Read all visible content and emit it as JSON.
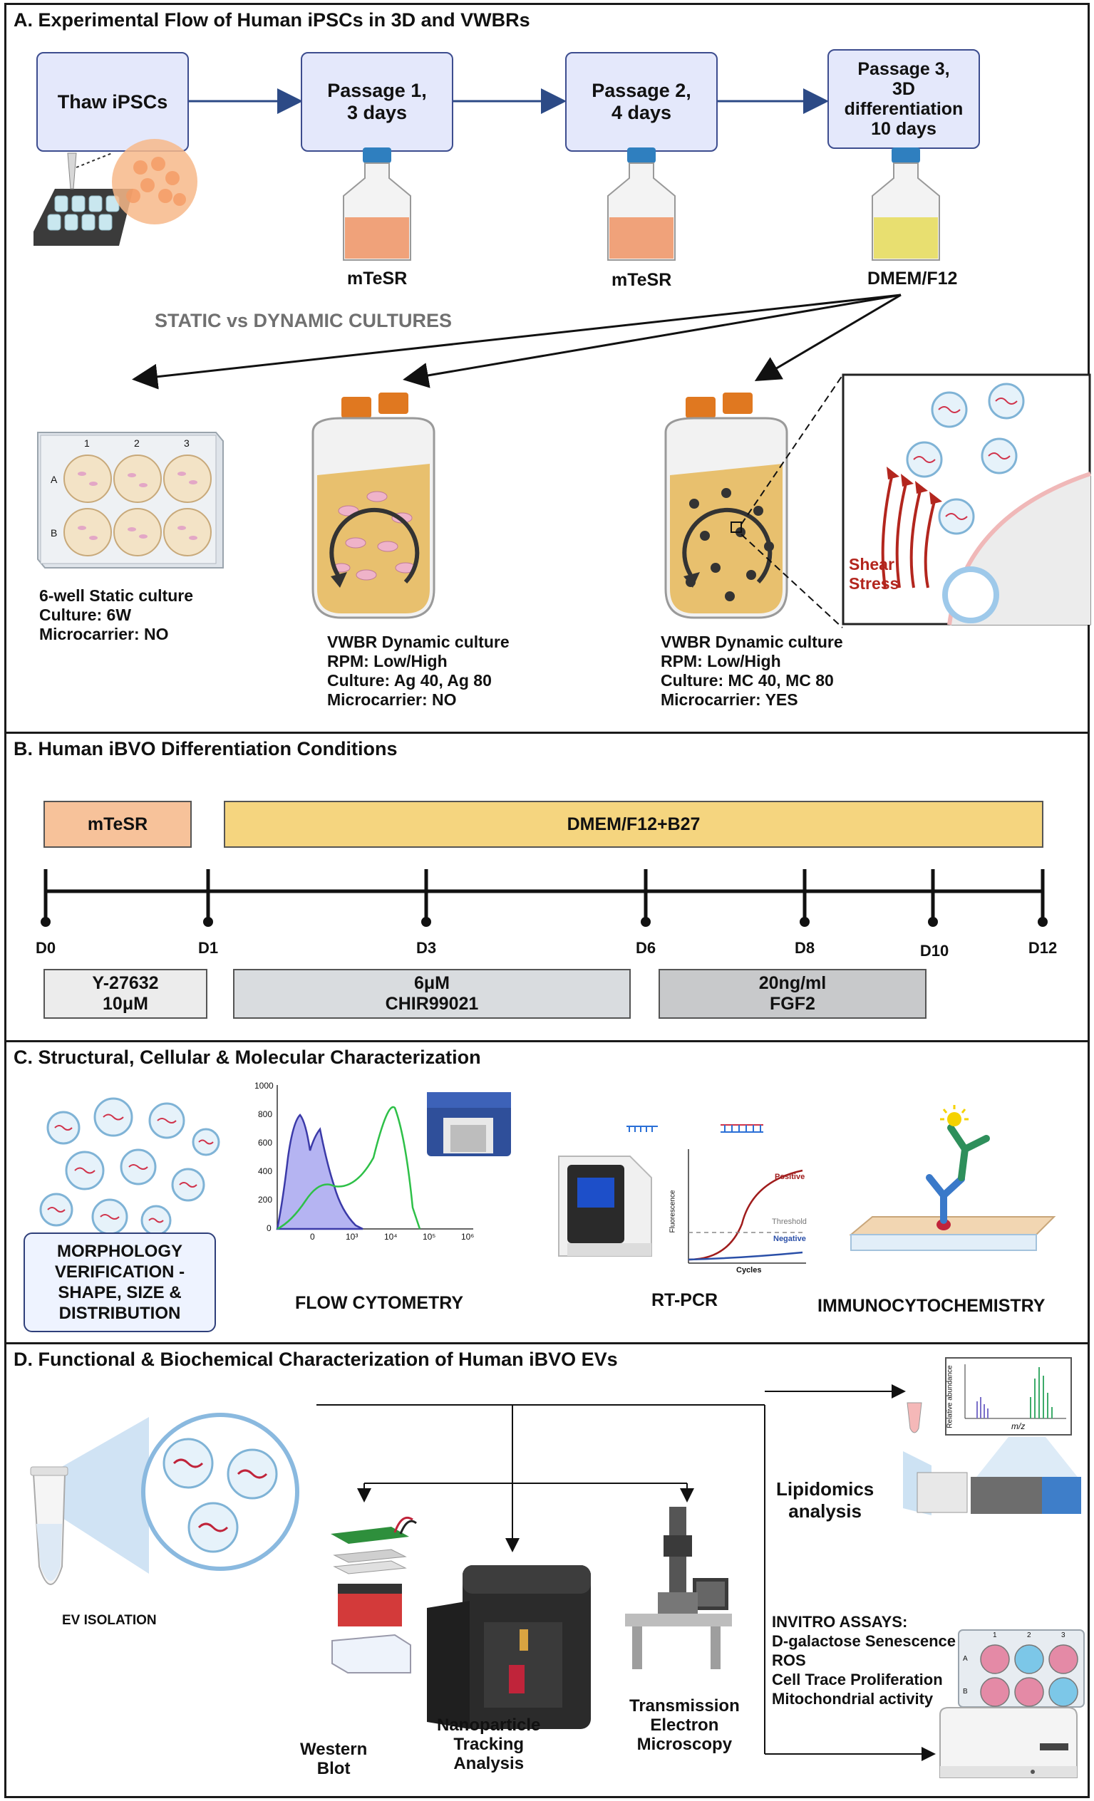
{
  "panelA": {
    "title": "A. Experimental Flow of Human iPSCs in 3D and VWBRs",
    "steps": [
      "Thaw iPSCs",
      "Passage 1,\n3 days",
      "Passage 2,\n4 days",
      "Passage 3,\n3D\ndifferentiation\n10 days"
    ],
    "media": [
      "mTeSR",
      "mTeSR",
      "DMEM/F12"
    ],
    "subtitle": "STATIC vs DYNAMIC CULTURES",
    "plate_cols": [
      "1",
      "2",
      "3"
    ],
    "plate_rows": [
      "A",
      "B"
    ],
    "shear_label": "Shear\nStress",
    "cultures": [
      {
        "name": "6-well Static culture",
        "lines": [
          "Culture: 6W",
          "Microcarrier: NO"
        ]
      },
      {
        "name": "VWBR Dynamic culture",
        "lines": [
          "RPM: Low/High",
          "Culture: Ag 40, Ag 80",
          "Microcarrier: NO"
        ]
      },
      {
        "name": "VWBR Dynamic culture",
        "lines": [
          "RPM: Low/High",
          "Culture: MC 40, MC 80",
          "Microcarrier: YES"
        ]
      }
    ],
    "colors": {
      "box_fill": "#e4e8fb",
      "box_border": "#3d4d8f",
      "arrow": "#2c4a86",
      "orange_media": "#f0a27a",
      "yellow_media": "#e8df70",
      "shear": "#b3261e"
    }
  },
  "panelB": {
    "title": "B. Human iBVO Differentiation Conditions",
    "media_bars": [
      {
        "label": "mTeSR",
        "color": "#f7c29a"
      },
      {
        "label": "DMEM/F12+B27",
        "color": "#f5d57f"
      }
    ],
    "days": [
      "D0",
      "D1",
      "D3",
      "D6",
      "D8",
      "D10",
      "D12"
    ],
    "factors": [
      {
        "label": "Y-27632\n10μM",
        "color": "#ececec"
      },
      {
        "label": "6μM\nCHIR99021",
        "color": "#d9dcdf"
      },
      {
        "label": "20ng/ml\nFGF2",
        "color": "#c8c9cb"
      }
    ]
  },
  "panelC": {
    "title": "C. Structural, Cellular & Molecular Characterization",
    "morphology": "MORPHOLOGY\nVERIFICATION -\nSHAPE, SIZE &\nDISTRIBUTION",
    "flow_label": "FLOW CYTOMETRY",
    "flow_yticks": [
      "1000",
      "800",
      "600",
      "400",
      "200",
      "0"
    ],
    "flow_xticks": [
      "0",
      "10³",
      "10⁴",
      "10⁵",
      "10⁶"
    ],
    "rtpcr_label": "RT-PCR",
    "pcr_texts": {
      "positive": "Positive",
      "threshold": "Threshold",
      "negative": "Negative",
      "xaxis": "Cycles",
      "yaxis": "Fluorescence"
    },
    "icc_label": "IMMUNOCYTOCHEMISTRY"
  },
  "panelD": {
    "title": "D. Functional & Biochemical Characterization of Human iBVO EVs",
    "ev_isolation": "EV ISOLATION",
    "western": "Western\nBlot",
    "nta": "Nanoparticle\nTracking\nAnalysis",
    "tem": "Transmission\nElectron\nMicroscopy",
    "lipidomics": "Lipidomics\nanalysis",
    "spectrum": {
      "yaxis": "Relative abundance",
      "xaxis": "m/z"
    },
    "assays_title": "INVITRO ASSAYS:",
    "assays": [
      "D-galactose Senescence",
      "ROS",
      "Cell Trace Proliferation",
      "Mitochondrial activity"
    ],
    "assay_plate_cols": [
      "1",
      "2",
      "3"
    ],
    "assay_plate_rows": [
      "A",
      "B"
    ]
  }
}
